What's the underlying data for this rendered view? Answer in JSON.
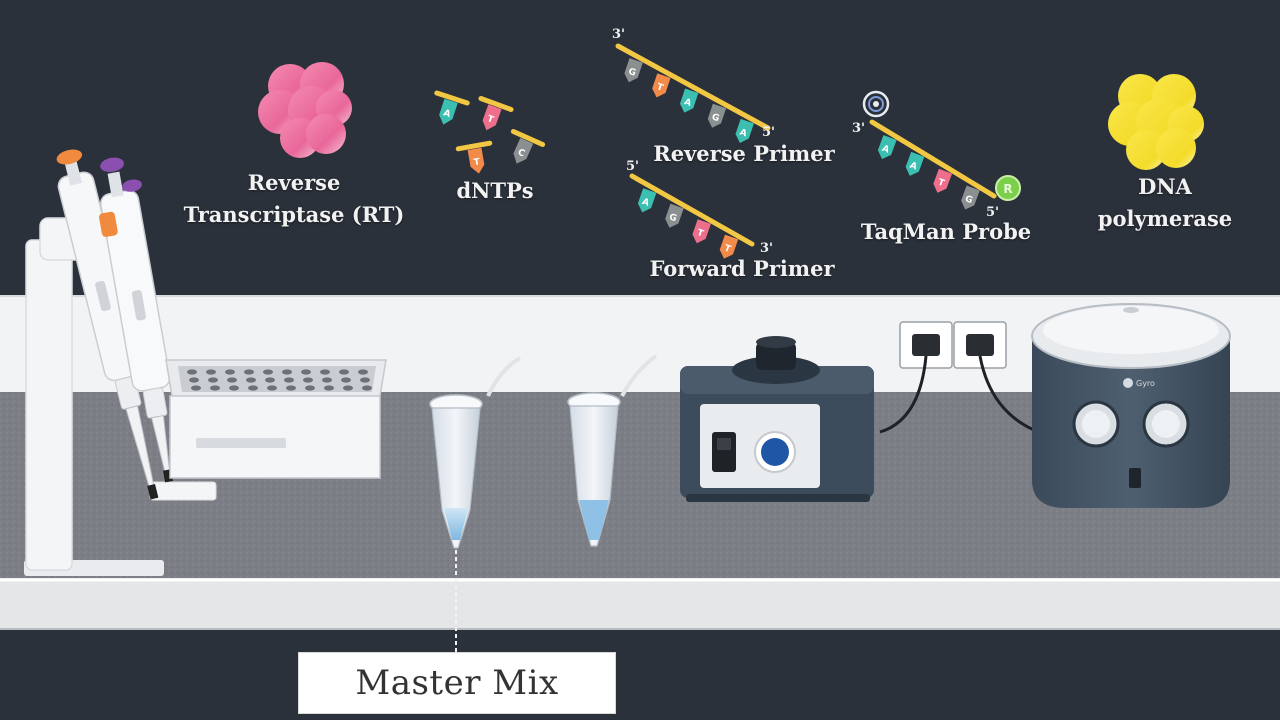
{
  "labels": {
    "reverse_transcriptase_line1": "Reverse",
    "reverse_transcriptase_line2": "Transcriptase (RT)",
    "dntps": "dNTPs",
    "reverse_primer": "Reverse Primer",
    "forward_primer": "Forward Primer",
    "taqman_probe": "TaqMan Probe",
    "dna_polymerase_line1": "DNA",
    "dna_polymerase_line2": "polymerase"
  },
  "strand_ends": {
    "reverse_primer_left": "3'",
    "reverse_primer_right": "5'",
    "forward_primer_left": "5'",
    "forward_primer_right": "3'",
    "probe_left": "3'",
    "probe_right": "5'"
  },
  "bases": {
    "reverse_primer": [
      "G",
      "T",
      "A",
      "G",
      "A"
    ],
    "forward_primer": [
      "A",
      "G",
      "T",
      "T"
    ],
    "probe": [
      "A",
      "A",
      "T",
      "G"
    ],
    "dntps": [
      "A",
      "T",
      "T",
      "C"
    ],
    "probe_reporter": "R"
  },
  "centrifuge_brand": "Gyro",
  "caption": "Master Mix",
  "colors": {
    "background": "#2b313b",
    "backsplash": "#f2f3f4",
    "bench": "#797c82",
    "enzyme_rt": "#e8709b",
    "enzyme_polymerase": "#f7e23a",
    "strand": "#f2c744",
    "base_teal": "#3bbfb0",
    "base_pink": "#ee6f8c",
    "base_grey": "#8a9090",
    "base_orange": "#f28a4a"
  }
}
